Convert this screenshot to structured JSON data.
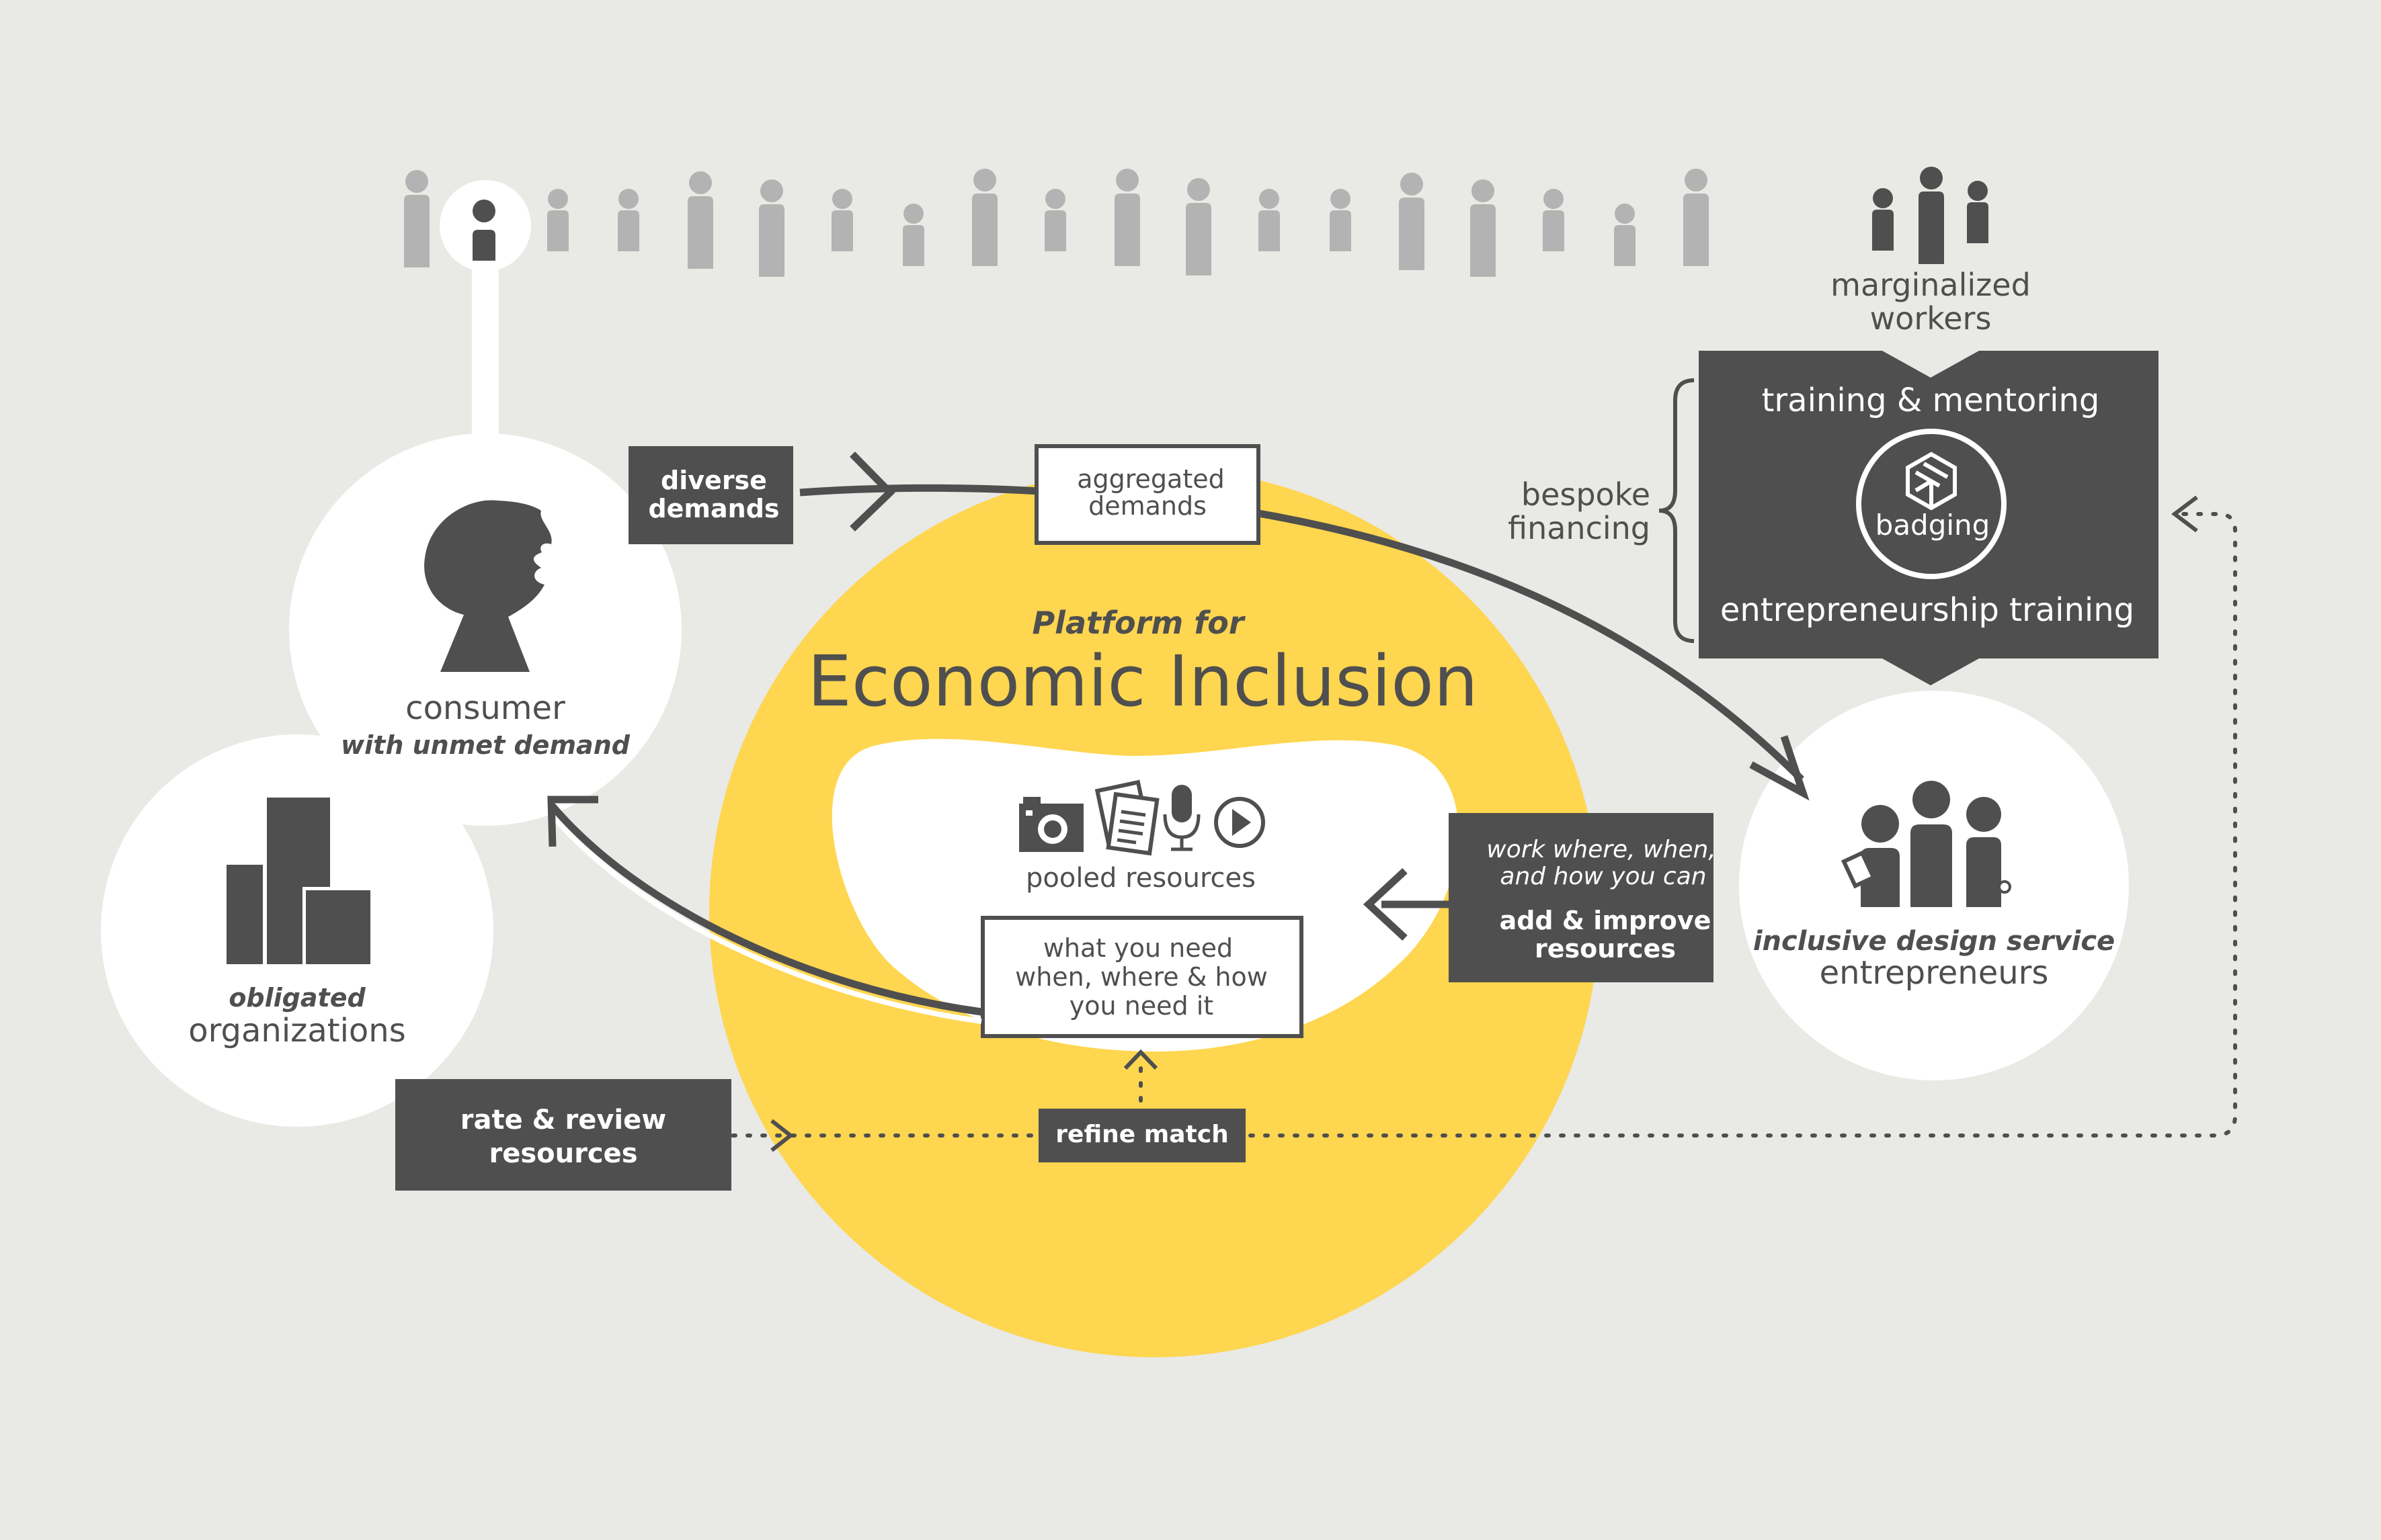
{
  "colors": {
    "background": "#e9e9e6",
    "dark": "#4f4f4f",
    "yellow": "#fed64f",
    "white": "#ffffff",
    "crowd": "#b3b3b3"
  },
  "platform": {
    "title_italic": "Platform for",
    "title": "Economic Inclusion"
  },
  "consumer": {
    "label": "consumer",
    "sublabel": "with unmet demand"
  },
  "organizations": {
    "sublabel": "obligated",
    "label": "organizations"
  },
  "workers": {
    "label_line1": "marginalized",
    "label_line2": "workers"
  },
  "training_box": {
    "top": "training & mentoring",
    "badge": "badging",
    "bottom": "entrepreneurship training"
  },
  "financing": {
    "line1": "bespoke",
    "line2": "financing"
  },
  "entrepreneurs": {
    "sublabel": "inclusive design service",
    "label": "entrepreneurs"
  },
  "labels": {
    "diverse_demands_1": "diverse",
    "diverse_demands_2": "demands",
    "aggregated_1": "aggregated",
    "aggregated_2": "demands",
    "pooled": "pooled resources",
    "need_1": "what you need",
    "need_2": "when, where & how",
    "need_3": "you need it",
    "work_1": "work where, when,",
    "work_2": "and how you can",
    "add_1": "add & improve",
    "add_2": "resources",
    "rate_1": "rate & review",
    "rate_2": "resources",
    "refine": "refine match"
  },
  "icons": {
    "highlighted_person": "person-icon",
    "consumer": "consumer-head-icon",
    "organizations": "buildings-icon",
    "badge": "badge-cube-icon",
    "resources": [
      "camera-icon",
      "documents-icon",
      "microphone-icon",
      "play-icon"
    ],
    "entrepreneurs": "entrepreneurs-group-icon",
    "workers": "workers-group-icon"
  }
}
